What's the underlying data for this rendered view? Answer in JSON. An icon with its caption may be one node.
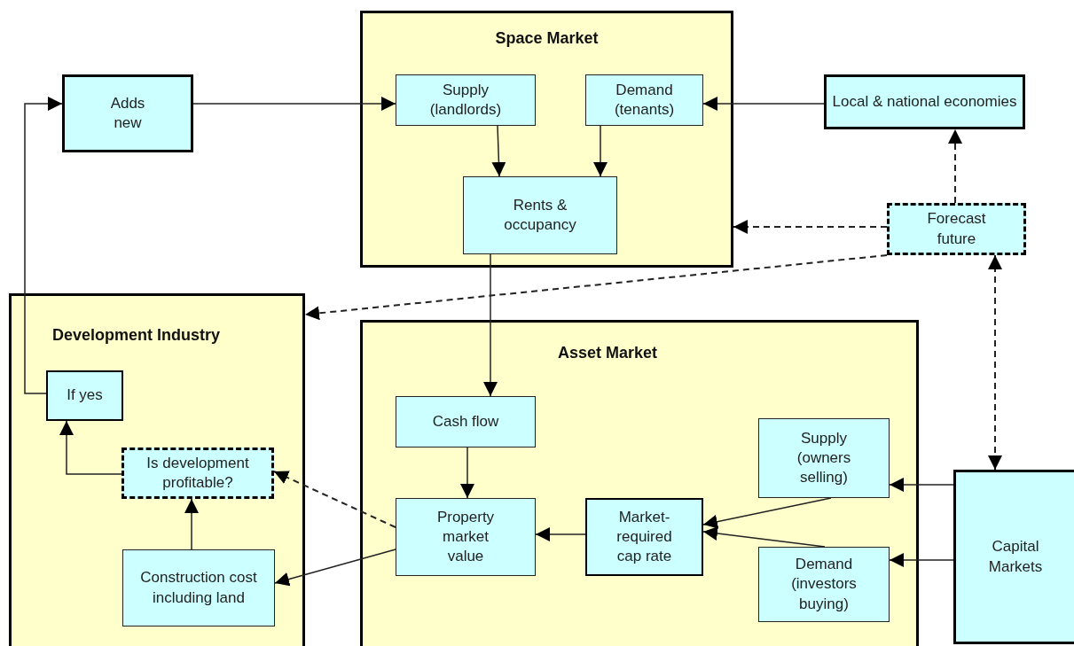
{
  "diagram": {
    "nodes": [
      {
        "text": [
          "Space Market"
        ]
      },
      {
        "text": [
          "Supply (landlords)"
        ],
        "in": 0
      },
      {
        "text": [
          "Demand (tenants)"
        ],
        "in": 0
      },
      {
        "text": [
          "Rents & occupancy"
        ],
        "in": 0
      },
      {
        "text": [
          "Adds new"
        ]
      },
      {
        "text": [
          "Local & national economies"
        ]
      },
      {
        "text": [
          "Forecast future"
        ]
      },
      {
        "text": [
          "Development Industry"
        ]
      },
      {
        "text": [
          "If yes"
        ],
        "in": 7
      },
      {
        "text": [
          "Is development profitable?"
        ],
        "in": 7
      },
      {
        "text": [
          "Construction cost including land"
        ],
        "in": 7
      },
      {
        "text": [
          "Asset Market"
        ]
      },
      {
        "text": [
          "Cash flow"
        ],
        "in": 11
      },
      {
        "text": [
          "Property market value"
        ],
        "in": 11
      },
      {
        "text": [
          "Market-required cap rate"
        ],
        "in": 11
      },
      {
        "text": [
          "Supply (owners selling)"
        ],
        "in": 11
      },
      {
        "text": [
          "Demand (investors buying)"
        ],
        "in": 11
      },
      {
        "text": [
          "Capital Markets"
        ]
      }
    ],
    "edges": [
      {
        "from": 4,
        "to": 1,
        "arrow": "to"
      },
      {
        "from": 5,
        "to": 2,
        "arrow": "to"
      },
      {
        "from": 1,
        "to": 3,
        "arrow": "to"
      },
      {
        "from": 2,
        "to": 3,
        "arrow": "to"
      },
      {
        "from": 3,
        "to": 12,
        "arrow": "to"
      },
      {
        "from": 6,
        "to": 5,
        "arrow": "to",
        "style": "dashed"
      },
      {
        "from": 6,
        "to": 0,
        "arrow": "to",
        "style": "dashed"
      },
      {
        "from": 6,
        "to": 7,
        "arrow": "to",
        "style": "dashed"
      },
      {
        "from": 6,
        "to": 17,
        "arrow": "both",
        "style": "dashed"
      },
      {
        "from": 8,
        "to": 4,
        "arrow": "to"
      },
      {
        "from": 9,
        "to": 8,
        "arrow": "to"
      },
      {
        "from": 10,
        "to": 9,
        "arrow": "to"
      },
      {
        "from": 13,
        "to": 9,
        "arrow": "to",
        "style": "dashed"
      },
      {
        "from": 13,
        "to": 10,
        "arrow": "to"
      },
      {
        "from": 12,
        "to": 13,
        "arrow": "to"
      },
      {
        "from": 14,
        "to": 13,
        "arrow": "to"
      },
      {
        "from": 15,
        "to": 14,
        "arrow": "to"
      },
      {
        "from": 16,
        "to": 14,
        "arrow": "to"
      },
      {
        "from": 17,
        "to": 15,
        "arrow": "to"
      },
      {
        "from": 17,
        "to": 16,
        "arrow": "to"
      }
    ]
  }
}
